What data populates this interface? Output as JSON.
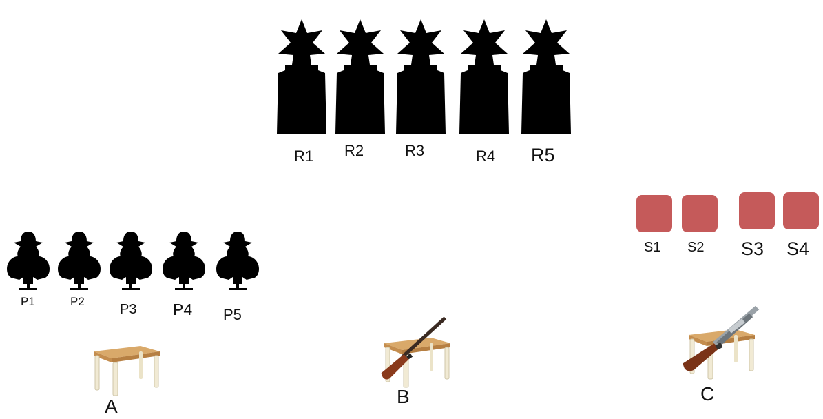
{
  "rifle_targets": {
    "icon": "silhouette-target-icon",
    "color": "#000000",
    "labels": [
      "R1",
      "R2",
      "R3",
      "R4",
      "R5"
    ]
  },
  "pistol_targets": {
    "icon": "cowboy-silhouette-target-icon",
    "color": "#000000",
    "labels": [
      "P1",
      "P2",
      "P3",
      "P4",
      "P5"
    ]
  },
  "shotgun_targets": {
    "icon": "steel-plate-icon",
    "color": "#c55a5a",
    "labels": [
      "S1",
      "S2",
      "S3",
      "S4"
    ]
  },
  "stations": [
    {
      "label": "A",
      "icon": "table-icon",
      "prop": "none"
    },
    {
      "label": "B",
      "icon": "table-icon",
      "prop": "rifle-icon"
    },
    {
      "label": "C",
      "icon": "table-icon",
      "prop": "shotgun-icon"
    }
  ]
}
